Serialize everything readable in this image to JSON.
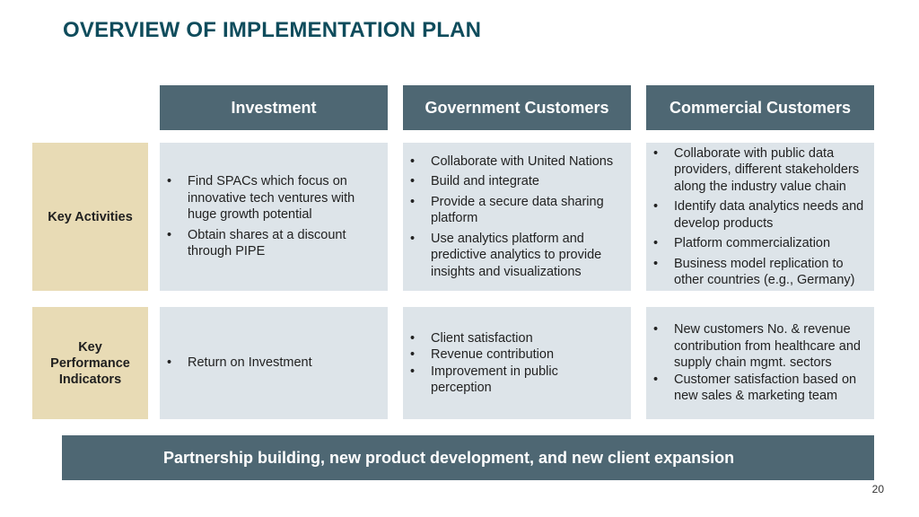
{
  "title": "OVERVIEW OF IMPLEMENTATION PLAN",
  "columns": [
    "Investment",
    "Government Customers",
    "Commercial Customers"
  ],
  "rows": [
    {
      "label": "Key Activities",
      "cells": [
        [
          "Find SPACs which focus on innovative tech ventures with huge growth potential",
          "Obtain shares at a discount through PIPE"
        ],
        [
          "Collaborate with United Nations",
          "Build and integrate",
          "Provide a secure data sharing platform",
          "Use analytics platform and predictive analytics to provide insights and visualizations"
        ],
        [
          "Collaborate with public data providers, different stakeholders along the industry value chain",
          "Identify data analytics needs and develop products",
          "Platform commercialization",
          "Business model replication to other countries (e.g., Germany)"
        ]
      ]
    },
    {
      "label": "Key Performance Indicators",
      "cells": [
        [
          "Return on Investment"
        ],
        [
          "Client satisfaction",
          "Revenue contribution",
          "Improvement in public perception"
        ],
        [
          "New customers No. & revenue contribution from healthcare and supply chain mgmt. sectors",
          "Customer satisfaction based on new sales & marketing team"
        ]
      ]
    }
  ],
  "banner": "Partnership building, new product development, and new client expansion",
  "page_number": "20",
  "colors": {
    "title": "#0f4c5c",
    "header_bg": "#4e6773",
    "label_bg": "#e8dbb5",
    "cell_bg": "#dde4e9"
  }
}
